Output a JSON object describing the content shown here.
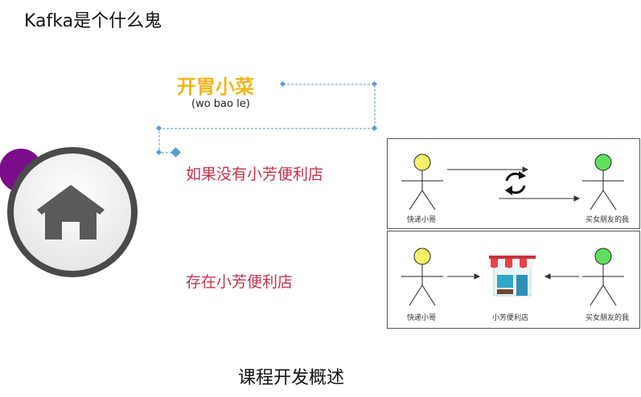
{
  "header": {
    "title": "Kafka是个什么鬼"
  },
  "brand": {
    "name": "开胃小菜",
    "pinyin": "(wo bao le)"
  },
  "labels": {
    "without_store": "如果没有小芳便利店",
    "with_store": "存在小芳便利店"
  },
  "footer": {
    "text": "课程开发概述"
  },
  "panel1": {
    "left_person": "快递小哥",
    "right_person": "买女朋友的我"
  },
  "panel2": {
    "left_person": "快递小哥",
    "store": "小芳便利店",
    "right_person": "买女朋友的我"
  },
  "icons": {
    "home": "home-icon",
    "sync": "sync-icon",
    "store": "store-icon",
    "person": "stick-figure-icon"
  },
  "colors": {
    "brand": "#f2b51a",
    "label_red": "#c8314a",
    "accent_purple": "#7b0d8c",
    "connector_blue": "#5b9bd5",
    "head_yellow": "#f5f26a",
    "head_green": "#5ee05e"
  }
}
